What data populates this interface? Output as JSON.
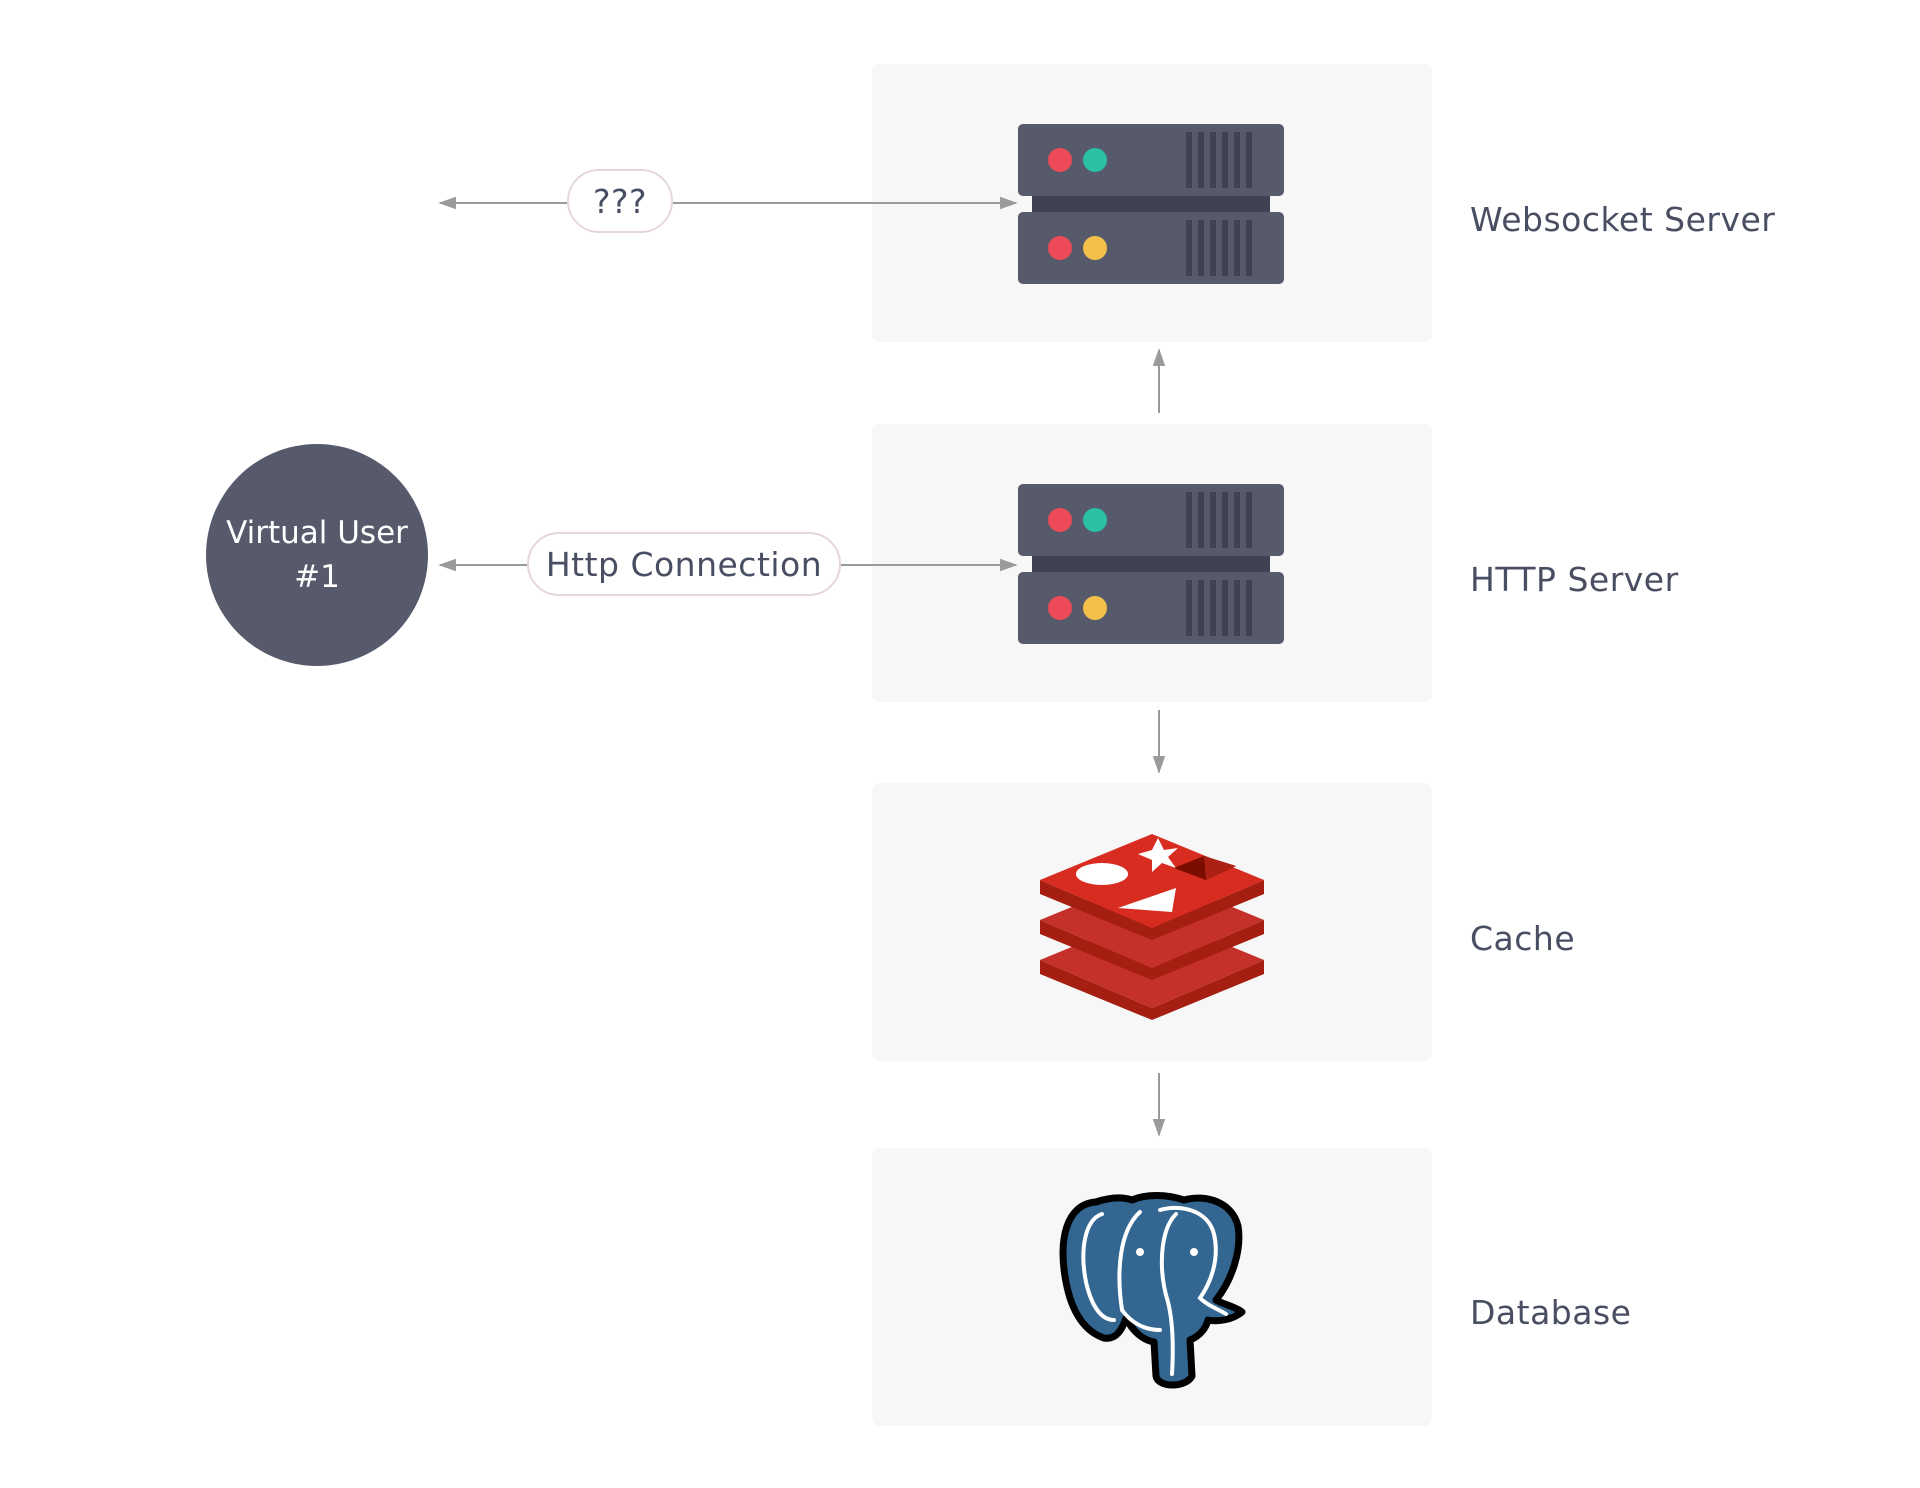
{
  "nodes": {
    "websocket_server": {
      "label": "Websocket Server"
    },
    "http_server": {
      "label": "HTTP Server"
    },
    "cache": {
      "label": "Cache"
    },
    "database": {
      "label": "Database"
    }
  },
  "user": {
    "line1": "Virtual User",
    "line2": "#1"
  },
  "connections": {
    "websocket_link": "???",
    "http_link": "Http Connection"
  },
  "icons": {
    "websocket_server": "server-icon",
    "http_server": "server-icon",
    "cache": "redis-icon",
    "database": "postgresql-elephant-icon"
  },
  "colors": {
    "server_body": "#565a6b",
    "led_red": "#ee4b5a",
    "led_teal": "#2bbfa4",
    "led_yellow": "#f5c04a",
    "redis_red": "#c6302b",
    "postgres_blue": "#336791",
    "user_fill": "#565a6b",
    "arrow": "#9a9a9a"
  }
}
